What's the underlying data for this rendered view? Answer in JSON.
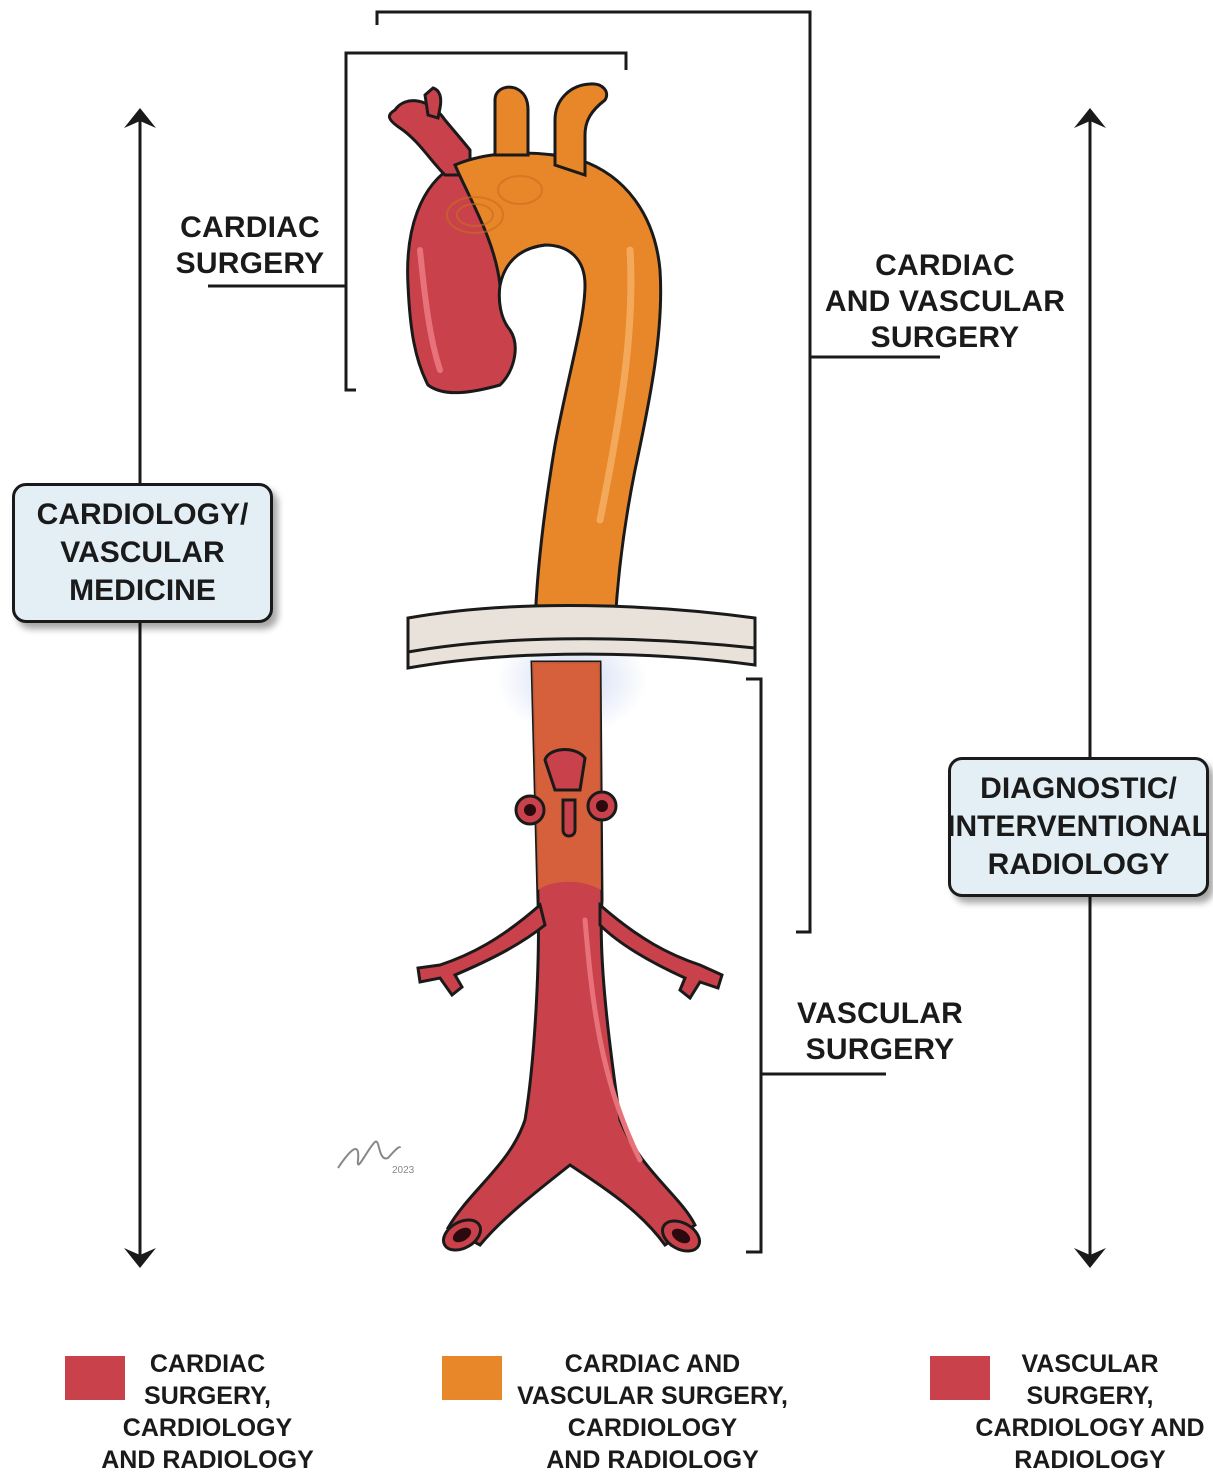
{
  "labels": {
    "cardiac_surgery": [
      "CARDIAC",
      "SURGERY"
    ],
    "cardiac_vascular_surgery": [
      "CARDIAC",
      "AND VASCULAR",
      "SURGERY"
    ],
    "vascular_surgery": [
      "VASCULAR",
      "SURGERY"
    ]
  },
  "boxes": {
    "cardiology": [
      "CARDIOLOGY/",
      "VASCULAR",
      "MEDICINE"
    ],
    "radiology": [
      "DIAGNOSTIC/",
      "INTERVENTIONAL",
      "RADIOLOGY"
    ]
  },
  "signature": {
    "year": "2023"
  },
  "legend": [
    {
      "color": "#c9414a",
      "lines": [
        "CARDIAC",
        "SURGERY,",
        "CARDIOLOGY",
        "AND RADIOLOGY"
      ]
    },
    {
      "color": "#e8862a",
      "lines": [
        "CARDIAC AND",
        "VASCULAR SURGERY,",
        "CARDIOLOGY",
        "AND RADIOLOGY"
      ]
    },
    {
      "color": "#c9414a",
      "lines": [
        "VASCULAR",
        "SURGERY,",
        "CARDIOLOGY AND",
        "RADIOLOGY"
      ]
    }
  ],
  "colors": {
    "red": "#c9414a",
    "red_dark": "#8e1f2a",
    "orange": "#e8862a",
    "orange_dark": "#b85a14",
    "box_fill": "#e4eff5",
    "diaphragm": "#e9e2da"
  }
}
